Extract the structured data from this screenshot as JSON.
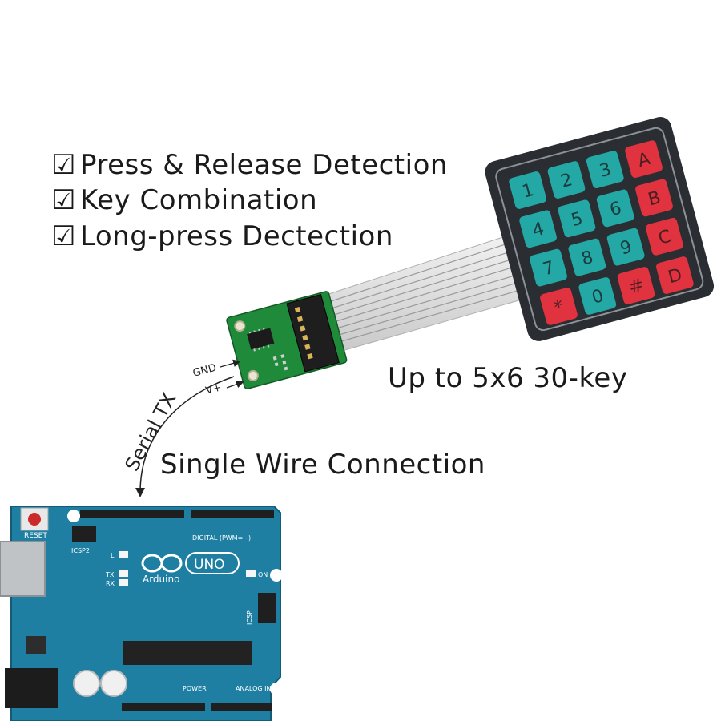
{
  "features": [
    {
      "check": "☑",
      "label": "Press & Release Detection"
    },
    {
      "check": "☑",
      "label": "Key Combination"
    },
    {
      "check": "☑",
      "label": "Long-press Dectection"
    }
  ],
  "keypad": {
    "caption": "Up to 5x6 30-key",
    "keys": [
      [
        "1",
        "2",
        "3",
        "A"
      ],
      [
        "4",
        "5",
        "6",
        "B"
      ],
      [
        "7",
        "8",
        "9",
        "C"
      ],
      [
        "*",
        "0",
        "#",
        "D"
      ]
    ],
    "colors": {
      "numeric": "#23a8a6",
      "special": "#e0323f",
      "panel": "#2a2d31"
    }
  },
  "module": {
    "pins": {
      "gnd": "GND",
      "vplus": "V+"
    },
    "signal_label": "Serial TX",
    "connection_caption": "Single Wire Connection",
    "pcb_color": "#1f8a3a"
  },
  "arduino": {
    "reset_label": "RESET",
    "icsp2_label": "ICSP2",
    "l_label": "L",
    "tx_label": "TX",
    "rx_label": "RX",
    "on_label": "ON",
    "brand": "Arduino",
    "model": "UNO",
    "digital_label": "DIGITAL (PWM=~)",
    "power_label": "POWER",
    "analog_label": "ANALOG IN",
    "icsp_label": "ICSP",
    "board_color": "#1e7fa3"
  }
}
